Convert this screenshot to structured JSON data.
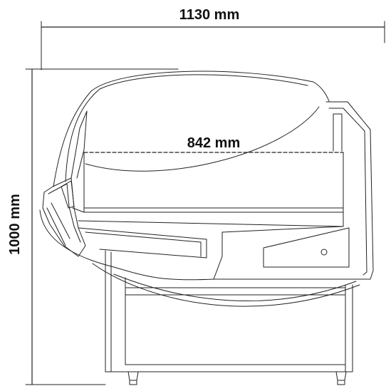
{
  "dimensions": {
    "overall_width": "1130 mm",
    "interior_depth": "842 mm",
    "overall_height": "1000 mm"
  },
  "colors": {
    "line": "#222222",
    "background": "#ffffff"
  }
}
